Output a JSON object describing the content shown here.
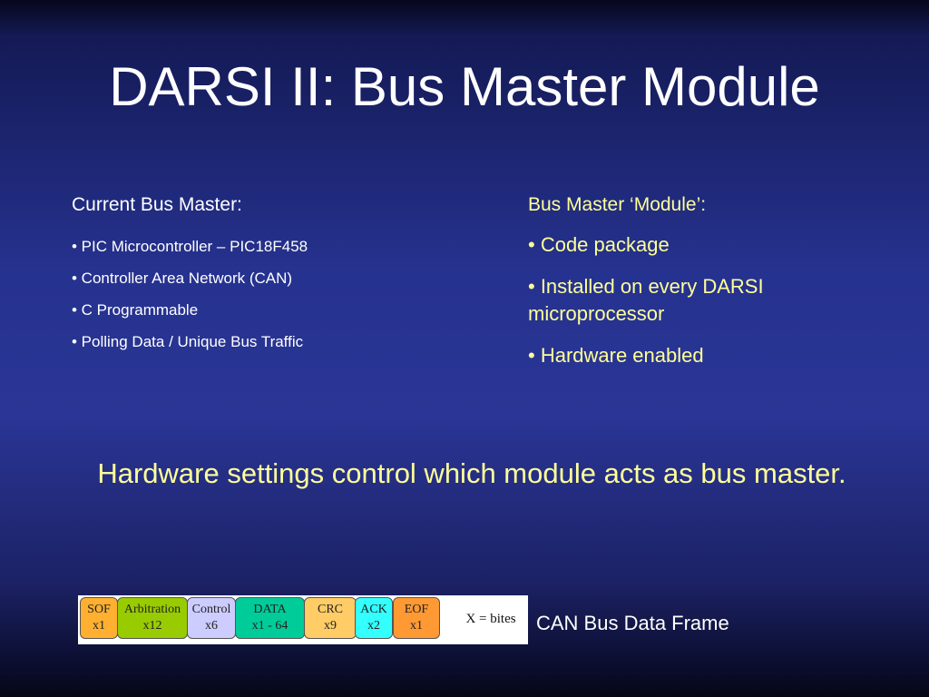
{
  "slide": {
    "title": "DARSI II: Bus Master Module",
    "left": {
      "heading": "Current Bus Master:",
      "items": [
        "• PIC Microcontroller – PIC18F458",
        "• Controller Area Network (CAN)",
        "• C Programmable",
        "• Polling Data / Unique Bus Traffic"
      ]
    },
    "right": {
      "heading": "Bus Master ‘Module’:",
      "items": [
        "• Code package",
        "• Installed on every DARSI microprocessor",
        "• Hardware enabled"
      ]
    },
    "statement": "Hardware settings control which module acts as bus master.",
    "frame": {
      "fields": [
        {
          "name": "SOF",
          "count": "x1",
          "color": "#ffb030"
        },
        {
          "name": "Arbitration",
          "count": "x12",
          "color": "#99cc00"
        },
        {
          "name": "Control",
          "count": "x6",
          "color": "#ccccff"
        },
        {
          "name": "DATA",
          "count": "x1 - 64",
          "color": "#00cc99"
        },
        {
          "name": "CRC",
          "count": "x9",
          "color": "#ffcc66"
        },
        {
          "name": "ACK",
          "count": "x2",
          "color": "#33ffff"
        },
        {
          "name": "EOF",
          "count": "x1",
          "color": "#ff9933"
        }
      ],
      "legend": "X = bites",
      "caption": "CAN Bus Data Frame"
    }
  }
}
